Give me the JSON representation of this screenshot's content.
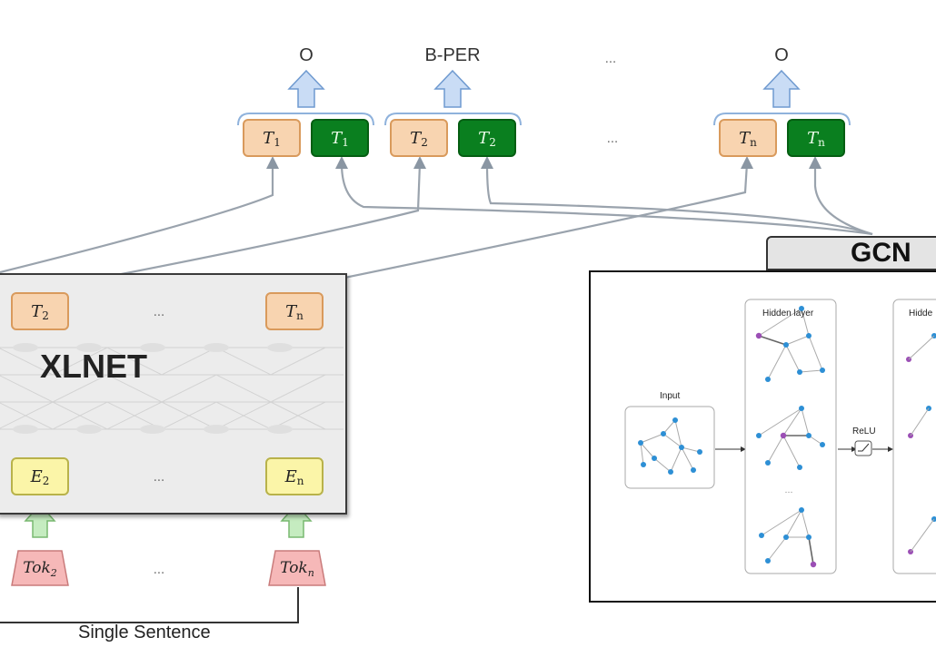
{
  "output_labels": {
    "label1": "O",
    "label2": "B-PER",
    "label3": "O",
    "ellipsis": "..."
  },
  "top_tokens": [
    {
      "base": "T",
      "sub": "1",
      "style": "orange"
    },
    {
      "base": "T",
      "sub": "1",
      "style": "green"
    },
    {
      "base": "T",
      "sub": "2",
      "style": "orange"
    },
    {
      "base": "T",
      "sub": "2",
      "style": "green"
    },
    {
      "base": "T",
      "sub": "n",
      "style": "orange"
    },
    {
      "base": "T",
      "sub": "n",
      "style": "green"
    }
  ],
  "xlnet": {
    "title": "XLNET",
    "t_row": [
      {
        "base": "T",
        "sub": "2"
      },
      {
        "base": "T",
        "sub": "n"
      }
    ],
    "e_row": [
      {
        "base": "E",
        "sub": "2"
      },
      {
        "base": "E",
        "sub": "n"
      }
    ],
    "tok_row": [
      {
        "base": "Tok",
        "sub": "2"
      },
      {
        "base": "Tok",
        "sub": "n"
      }
    ],
    "ellipsis": "..."
  },
  "gcn": {
    "title": "GCN",
    "input_label": "Input",
    "hidden_label_1": "Hidden layer",
    "hidden_label_2": "Hidde",
    "relu_label": "ReLU",
    "ellipsis": "..."
  },
  "caption": "Single Sentence",
  "colors": {
    "orange_fill": "#f8d4b0",
    "green_fill": "#0a7f1f",
    "yellow_fill": "#fbf5a8",
    "pink_fill": "#f6b8b8",
    "blue_arrow": "#c9dcf5",
    "green_arrow": "#c5ecc0",
    "node_blue": "#2d8fd5",
    "node_purple": "#9b4fb5"
  }
}
